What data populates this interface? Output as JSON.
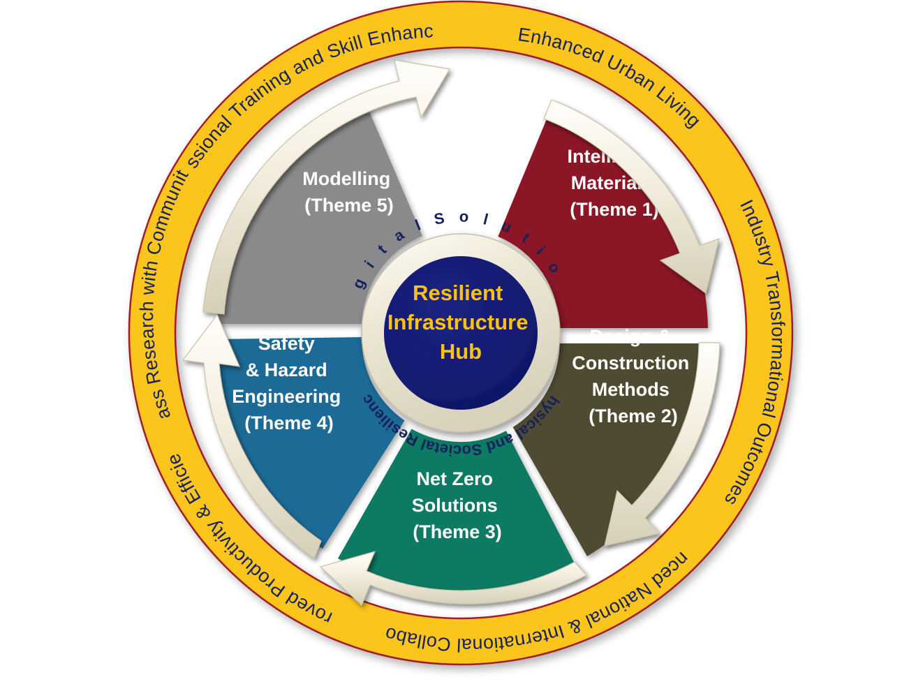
{
  "diagram": {
    "title": "Resilient Infrastructure Hub",
    "type": "radial-cycle-wheel",
    "hub": {
      "line1": "Resilient",
      "line2": "Infrastructure",
      "line3": "Hub",
      "text_color": "#FFC20E",
      "fill_color": "#12186B",
      "ring_top_label": "D i g i t a l   S o l u t i o n s",
      "ring_bottom_label": "Physical and Societal Resilience",
      "ring_fill_color": "#E6E1CF",
      "ring_text_color": "#16215B"
    },
    "outer_ring": {
      "fill_color": "#FCC51C",
      "stroke_color": "#A01A28",
      "text_color": "#16215B",
      "labels": [
        "Enhanced Urban Living",
        "Industry Transformational Outcomes",
        "Enhanced National & International Collaboration",
        "Improved Productivity & Efficiency",
        "World Class Research with Community Benefit",
        "Professional Training and Skill Enhancement"
      ]
    },
    "arrow_color": "#EFEADA",
    "segments": [
      {
        "id": "theme-1",
        "name": "Intelligent Materials",
        "lines": [
          "Intelligent",
          "Materials",
          "(Theme 1)"
        ],
        "theme": "(Theme 1)",
        "color": "#8B1228"
      },
      {
        "id": "theme-2",
        "name": "Design & Construction Methods",
        "lines": [
          "Design &",
          "Construction",
          "Methods",
          "(Theme 2)"
        ],
        "theme": "(Theme 2)",
        "color": "#4F4B32"
      },
      {
        "id": "theme-3",
        "name": "Net Zero Solutions",
        "lines": [
          "Net Zero",
          "Solutions",
          "(Theme 3)"
        ],
        "theme": "(Theme 3)",
        "color": "#0E7A64"
      },
      {
        "id": "theme-4",
        "name": "Safety & Hazard Engineering",
        "lines": [
          "Safety",
          "& Hazard",
          "Engineering",
          "(Theme 4)"
        ],
        "theme": "(Theme 4)",
        "color": "#1A6A96"
      },
      {
        "id": "theme-5",
        "name": "Modelling",
        "lines": [
          "Modelling",
          "(Theme 5)"
        ],
        "theme": "(Theme 5)",
        "color": "#8A8A8C"
      }
    ]
  }
}
